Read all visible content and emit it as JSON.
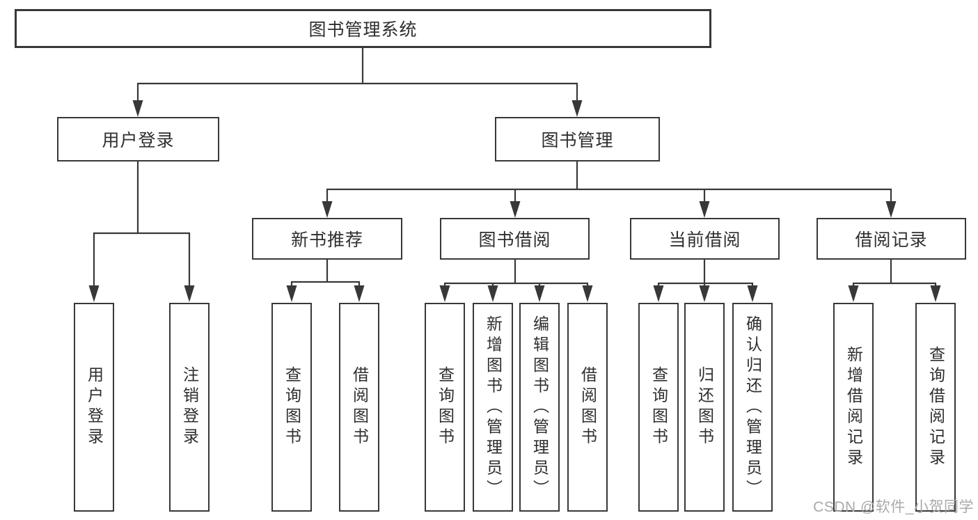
{
  "diagram": {
    "root": {
      "label": "图书管理系统"
    },
    "branches": [
      {
        "label": "用户登录",
        "children": [
          {
            "label": "用户登录"
          },
          {
            "label": "注销登录"
          }
        ]
      },
      {
        "label": "图书管理",
        "children": [
          {
            "label": "新书推荐",
            "children": [
              {
                "label": "查询图书"
              },
              {
                "label": "借阅图书"
              }
            ]
          },
          {
            "label": "图书借阅",
            "children": [
              {
                "label": "查询图书"
              },
              {
                "label": "新增图书（管理员）"
              },
              {
                "label": "编辑图书（管理员）"
              },
              {
                "label": "借阅图书"
              }
            ]
          },
          {
            "label": "当前借阅",
            "children": [
              {
                "label": "查询图书"
              },
              {
                "label": "归还图书"
              },
              {
                "label": "确认归还（管理员）"
              }
            ]
          },
          {
            "label": "借阅记录",
            "children": [
              {
                "label": "新增借阅记录"
              },
              {
                "label": "查询借阅记录"
              }
            ]
          }
        ]
      }
    ]
  },
  "watermark": {
    "text": "CSDN @软件_小贺同学"
  },
  "colors": {
    "line": "#383838",
    "node_border": "#383838",
    "node_text": "#2e2e2e",
    "watermark_text": "#a9a9a9",
    "background": "#ffffff"
  }
}
